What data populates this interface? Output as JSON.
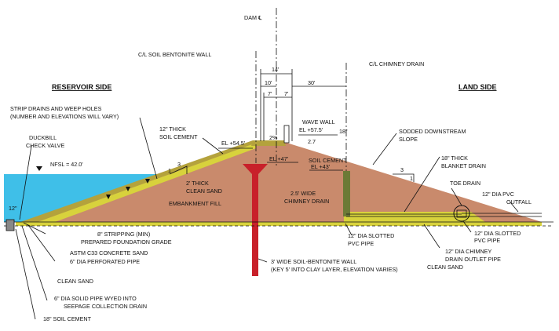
{
  "colors": {
    "water": "#3fbfe8",
    "embankment": "#c98a6c",
    "soil_cement": "#b4a23c",
    "drain": "#d8d23c",
    "chimney": "#6c7a36",
    "bentonite_wall": "#c8202a",
    "line": "#111111"
  },
  "labels": {
    "reservoir_side": "RESERVOIR SIDE",
    "land_side": "LAND SIDE",
    "dam_cl": "DAM ℄",
    "cl_soil_bentonite_wall": "C/L SOIL BENTONITE WALL",
    "cl_chimney_drain": "C/L CHIMNEY DRAIN",
    "dim_14": "14'",
    "dim_10": "10'",
    "dim_30": "30'",
    "dim_7a": "7'",
    "dim_7b": "7'",
    "strip_drains_1": "STRIP DRAINS AND WEEP HOLES",
    "strip_drains_2": "(NUMBER AND ELEVATIONS WILL VARY)",
    "duckbill_1": "DUCKBILL",
    "duckbill_2": "CHECK VALVE",
    "soil_cement_12_1": "12\" THICK",
    "soil_cement_12_2": "SOIL CEMENT",
    "wave_wall": "WAVE WALL",
    "dim_18": "18\"",
    "sodded_1": "SODDED DOWNSTREAM",
    "sodded_2": "SLOPE",
    "el_545": "EL +54.5'",
    "el_575": "EL +57.5'",
    "pct_2": "2%",
    "el_47": "EL +47'",
    "soil_cement": "SOIL CEMENT",
    "el_43": "EL +43'",
    "ratio_27": "2.7",
    "nfsl": "NFSL = 42.0'",
    "slope_3_left": "3",
    "slope_1_left": "1",
    "slope_3_right": "3",
    "slope_1_right": "1",
    "clean_sand_2_1": "2' THICK",
    "clean_sand_2_2": "CLEAN SAND",
    "embankment_fill": "EMBANKMENT FILL",
    "chimney_1": "2.5' WIDE",
    "chimney_2": "CHIMNEY DRAIN",
    "blanket_1": "18\" THICK",
    "blanket_2": "BLANKET DRAIN",
    "toe_drain": "TOE DRAIN",
    "outfall_1": "12\" DIA PVC",
    "outfall_2": "OUTFALL",
    "dim_12_left": "12\"",
    "stripping": "8\" STRIPPING (MIN)",
    "foundation_grade": "PREPARED FOUNDATION GRADE",
    "astm": "ASTM C33 CONCRETE SAND",
    "perf_pipe": "6\" DIA PERFORATED PIPE",
    "clean_sand_left": "CLEAN SAND",
    "solid_pipe_1": "6\" DIA SOLID PIPE WYED INTO",
    "solid_pipe_2": "SEEPAGE COLLECTION DRAIN",
    "soil_cement_18": "18\" SOIL CEMENT",
    "slotted_pvc_mid_1": "12\" DIA SLOTTED",
    "slotted_pvc_mid_2": "PVC PIPE",
    "slotted_pvc_right_1": "12\" DIA SLOTTED",
    "slotted_pvc_right_2": "PVC PIPE",
    "chimney_outlet_1": "12\" DIA CHIMNEY",
    "chimney_outlet_2": "DRAIN OUTLET PIPE",
    "clean_sand_right": "CLEAN SAND",
    "sb_wall_1": "3' WIDE SOIL-BENTONITE WALL",
    "sb_wall_2": "(KEY 5' INTO CLAY LAYER, ELEVATION VARIES)"
  }
}
